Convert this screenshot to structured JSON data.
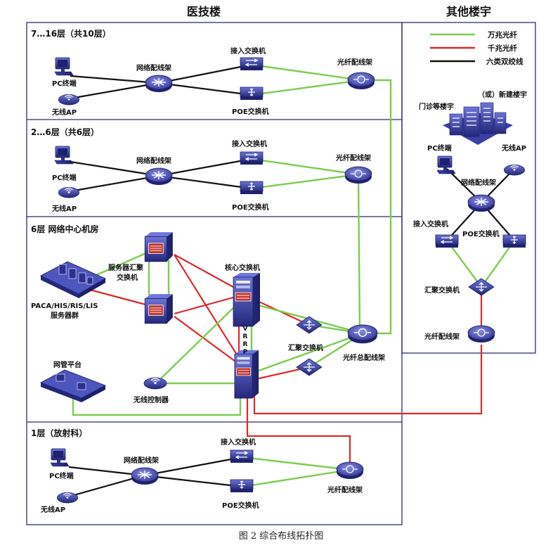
{
  "headers": {
    "main_building": "医技楼",
    "other_building": "其他楼宇"
  },
  "legend": [
    {
      "label": "万兆光纤",
      "color": "#7dcc52"
    },
    {
      "label": "千兆光纤",
      "color": "#dd2a2a"
    },
    {
      "label": "六类双绞线",
      "color": "#111111"
    }
  ],
  "sections": {
    "floors_7_16": "7…16层（共10层）",
    "floors_2_6": "2…6层（共6层）",
    "floor_6_center": "6层 网络中心机房",
    "floor_1": "1层（放射科）"
  },
  "labels": {
    "pc": "PC终端",
    "ap": "无线AP",
    "patch_panel": "网络配线架",
    "access_switch": "接入交换机",
    "poe_switch": "POE交换机",
    "fiber_panel": "光纤配线架",
    "server_agg_switch_1": "服务器汇聚",
    "server_agg_switch_2": "交换机",
    "server_cluster_1": "PACA/HIS/RIS/LIS",
    "server_cluster_2": "服务器群",
    "core_switch": "核心交换机",
    "vrrp": [
      "V",
      "R",
      "R",
      "P"
    ],
    "agg_switch": "汇聚交换机",
    "main_fiber_panel": "光纤总配线架",
    "nms": "网管平台",
    "wlc": "无线控制器",
    "other_or": "（或）新建楼宇",
    "other_clinic": "门诊等楼宇",
    "other_agg": "汇聚交换机"
  },
  "caption": "图 2   综合布线拓扑图",
  "colors": {
    "frame": "#2b2f66",
    "device_dark": "#2b2f8f",
    "device_light": "#5b63c7",
    "green": "#7dcc52",
    "red": "#dd2a2a",
    "black": "#111111"
  }
}
